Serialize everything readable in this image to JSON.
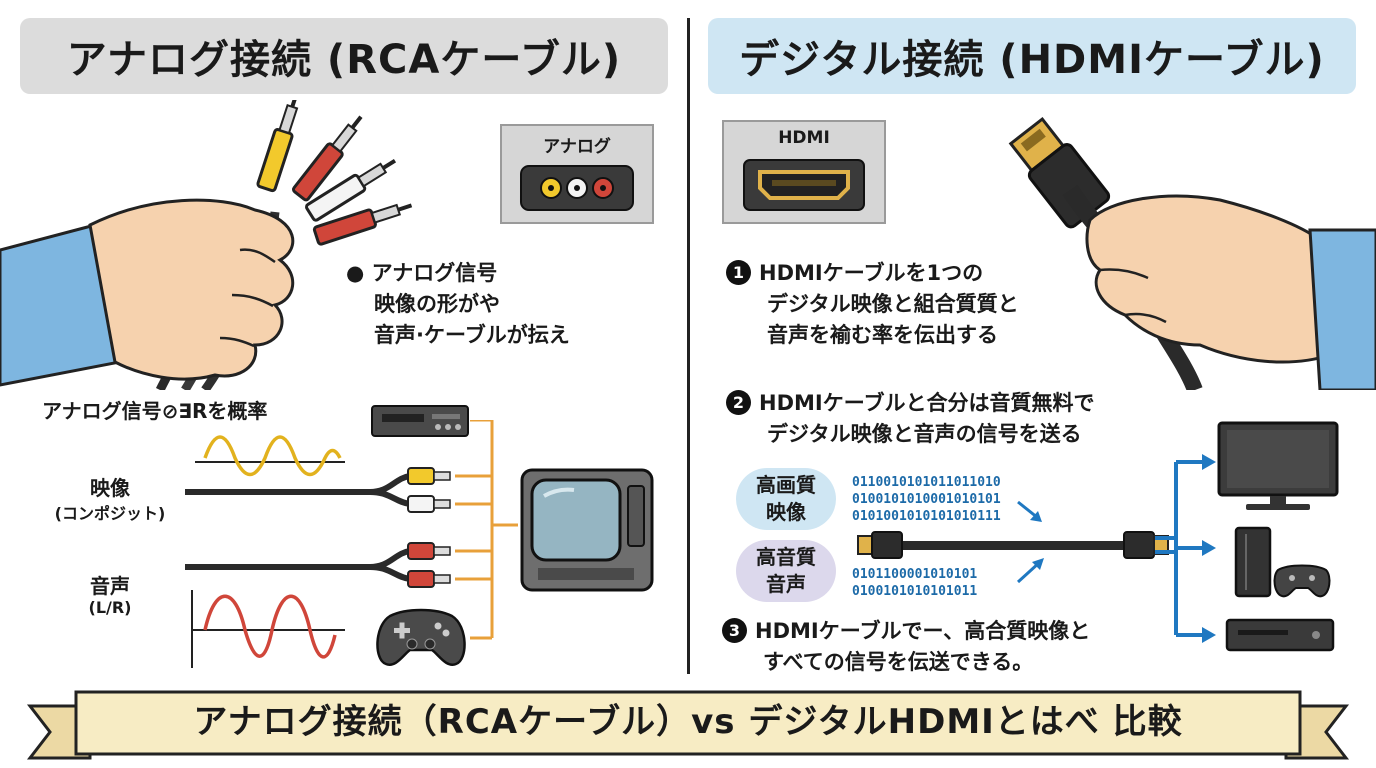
{
  "left": {
    "title": "アナログ接続 (RCAケーブル)",
    "port_label": "アナログ",
    "note_bullet": "●",
    "note_lines": [
      "アナログ信号",
      "映像の形がや",
      "音声·ケーブルが抎え"
    ],
    "wave_heading": "アナログ信号⊘∃Rを概率",
    "video_label": "映像",
    "video_sub": "(コンポジット)",
    "audio_label": "音声",
    "audio_sub": "(L/R)"
  },
  "right": {
    "title": "デジタル接続 (HDMIケーブル)",
    "port_label": "HDMI",
    "points": [
      {
        "num": "1",
        "lines": [
          "HDMIケーブルを1つの",
          "デジタル映像と組合質質と",
          "音声を褕む率を伝出する"
        ]
      },
      {
        "num": "2",
        "lines": [
          "HDMIケーブルと合分は音質無料で",
          "デジタル映像と音声の信号を送る"
        ]
      },
      {
        "num": "3",
        "lines": [
          "HDMIケーブルでー、高合質映像と",
          "すべての信号を伝送できる。"
        ]
      }
    ],
    "hq_video": [
      "高画質",
      "映像"
    ],
    "hq_audio": [
      "高音質",
      "音声"
    ],
    "bits_video": [
      "0110010101011011010",
      "0100101010001010101",
      "0101001010101010111"
    ],
    "bits_audio": [
      "0101100001010101",
      "0100101010101011"
    ]
  },
  "banner": {
    "text": "アナログ接続（RCAケーブル）vs デジタルHDMIとはべ 比較"
  },
  "colors": {
    "video_yellow": "#f2c92c",
    "audio_red": "#d0463a",
    "audio_white": "#f4f4f4",
    "hdmi_gold": "#e0b24a",
    "arrow_blue": "#1f78c1",
    "connector_orange": "#e8a03a",
    "left_header_bg": "#dcdcdc",
    "right_header_bg": "#cfe6f3",
    "banner_fill": "#f7ecc4"
  },
  "icons": [
    "hand-icon",
    "rca-plug-icon",
    "rca-port-icon",
    "hdmi-port-icon",
    "hdmi-plug-icon",
    "vcr-icon",
    "crt-tv-icon",
    "gamepad-icon",
    "flat-tv-icon",
    "game-console-icon",
    "blu-ray-player-icon",
    "arrow-icon"
  ]
}
